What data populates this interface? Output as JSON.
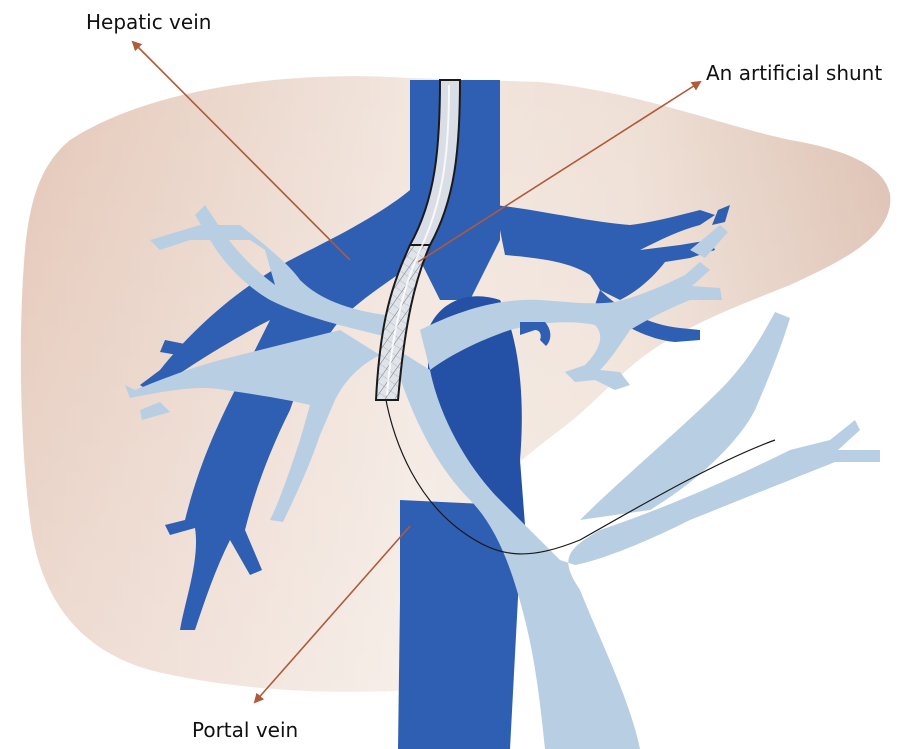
{
  "labels": {
    "hepatic_vein": "Hepatic vein",
    "artificial_shunt": "An artificial shunt",
    "portal_vein": "Portal vein"
  },
  "colors": {
    "liver_tissue": "#e6cfc2",
    "hepatic_vein": "#2f5fb3",
    "hepatic_vein_dark": "#1f4a9c",
    "portal_vein": "#b8cfe3",
    "shunt_fill": "#d9dde6",
    "shunt_stroke": "#1a1a1a",
    "leader_line": "#b05a3a",
    "background": "#ffffff"
  }
}
